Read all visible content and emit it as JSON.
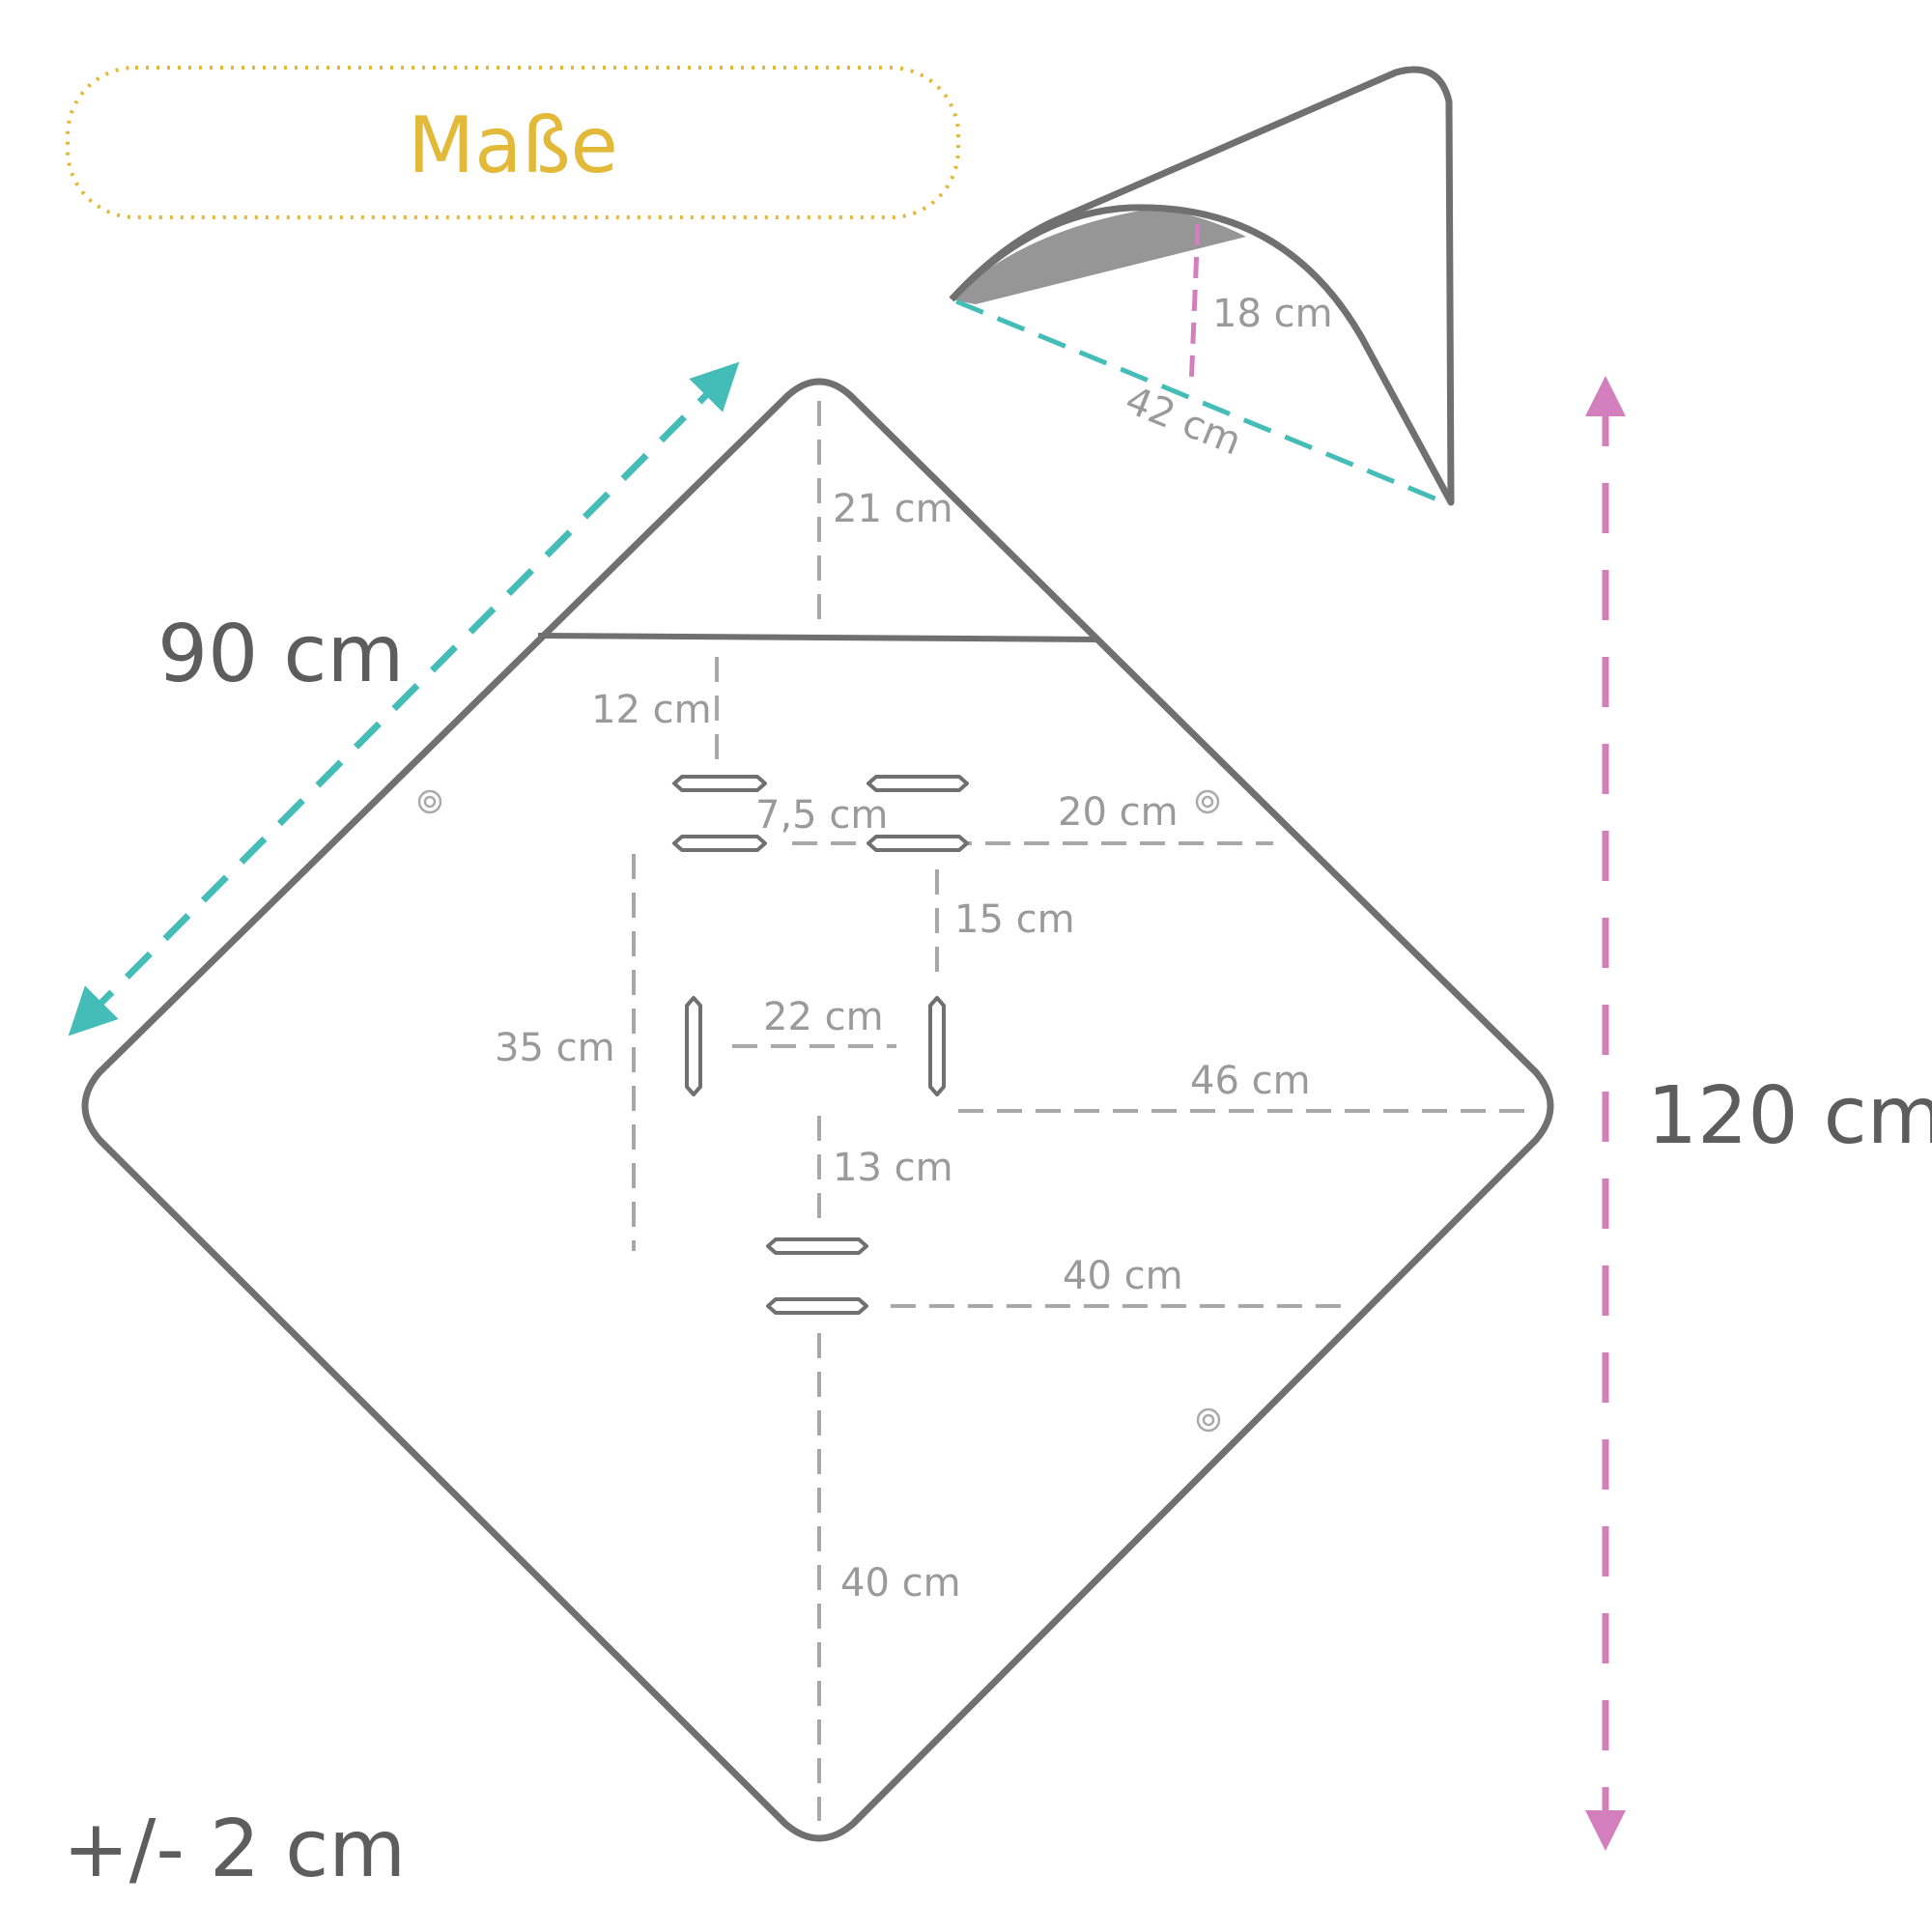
{
  "title": "Maße",
  "colors": {
    "outline": "#707070",
    "dim": "#a8a8a8",
    "teal": "#44bdb8",
    "pink": "#d37fbe",
    "gold": "#e3b93a",
    "hood_fill": "#969696",
    "text_big": "#5d5d5d",
    "text_small": "#9a9a9a"
  },
  "dimensions": {
    "width": "90 cm",
    "height": "120 cm",
    "tolerance": "+/- 2 cm",
    "hood_depth": "18 cm",
    "hood_opening": "42 cm",
    "hood_height": "21 cm",
    "top_to_slot": "12 cm",
    "slot_gap": "7,5 cm",
    "slot_to_edge_upper": "20 cm",
    "slot_vertical_gap": "15 cm",
    "side_slots_span": "35 cm",
    "side_slot_gap": "22 cm",
    "side_to_edge": "46 cm",
    "lower_slot_gap": "13 cm",
    "lower_slot_to_edge": "40 cm",
    "bottom_to_slot": "40 cm"
  }
}
